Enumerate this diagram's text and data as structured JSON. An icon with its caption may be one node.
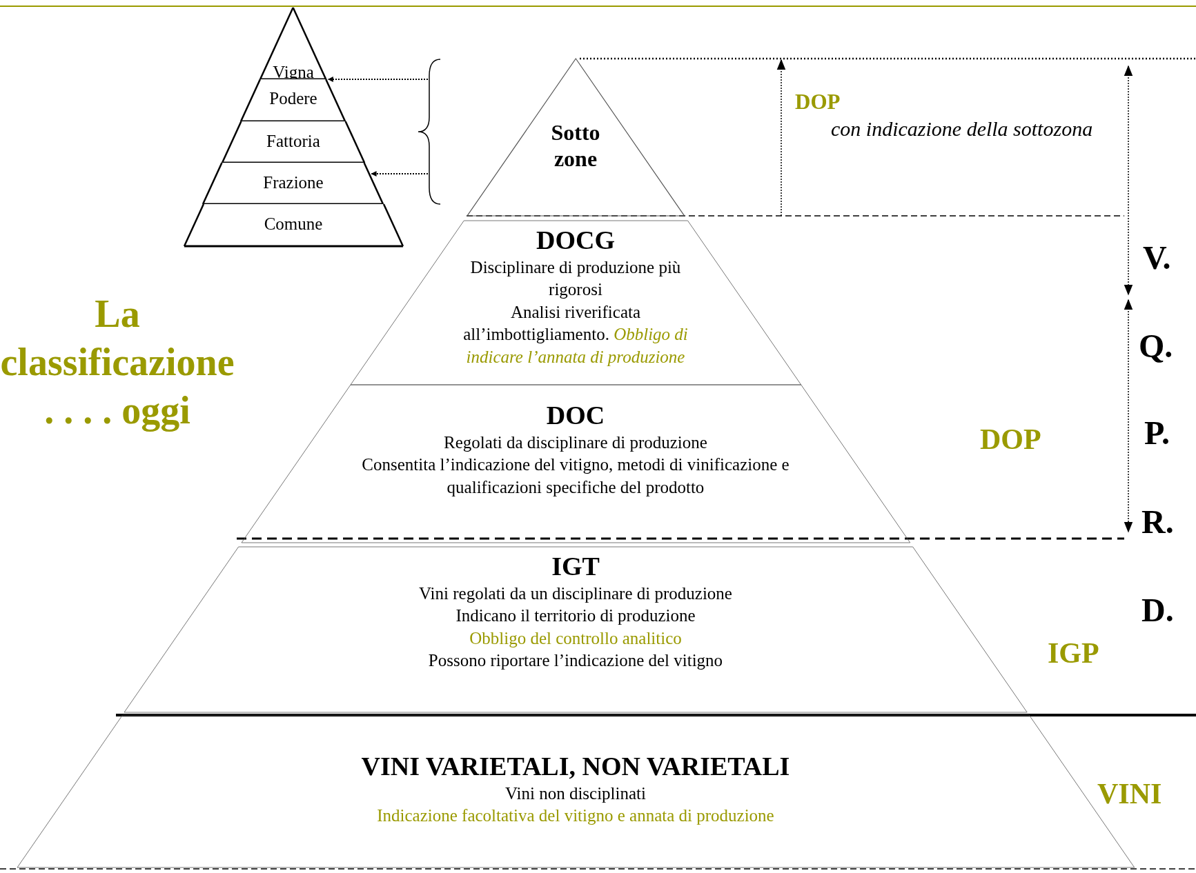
{
  "diagram": {
    "title": "La classificazione . . . . oggi",
    "nodes": [
      {
        "text": [
          "Vigna"
        ]
      },
      {
        "text": [
          "Podere"
        ]
      },
      {
        "text": [
          "Fattoria"
        ]
      },
      {
        "text": [
          "Frazione"
        ]
      },
      {
        "text": [
          "Comune"
        ]
      },
      {
        "text": [
          "Sotto zone"
        ]
      },
      {
        "text": [
          "DOCG",
          "Disciplinare di produzione più rigorosi",
          "Analisi riverificata all’imbottigliamento. *Obbligo di indicare l’annata di produzione*"
        ]
      },
      {
        "text": [
          "DOC",
          "Regolati da disciplinare di produzione",
          "Consentita l’indicazione del vitigno, metodi di vinificazione e qualificazioni specifiche del prodotto"
        ]
      },
      {
        "text": [
          "IGT",
          "Vini regolati da un disciplinare di produzione",
          "Indicano il territorio di produzione",
          "Obbligo del controllo analitico",
          "Possono riportare l’indicazione del  vitigno"
        ]
      },
      {
        "text": [
          "VINI VARIETALI, NON VARIETALI",
          "Vini non disciplinati",
          "Indicazione  facoltativa del vitigno e annata di produzione"
        ]
      },
      {
        "text": [],
        "shape": "brace"
      }
    ],
    "edges": [
      {
        "from": 10,
        "to": 0,
        "arrow": "to",
        "style": "dashed"
      },
      {
        "from": 10,
        "to": 3,
        "arrow": "to",
        "style": "dashed"
      }
    ],
    "labels": [
      "DOP",
      "con indicazione della sottozona",
      "V.",
      "Q.",
      "DOP",
      "P.",
      "R.",
      "D.",
      "IGP",
      "VINI"
    ]
  }
}
